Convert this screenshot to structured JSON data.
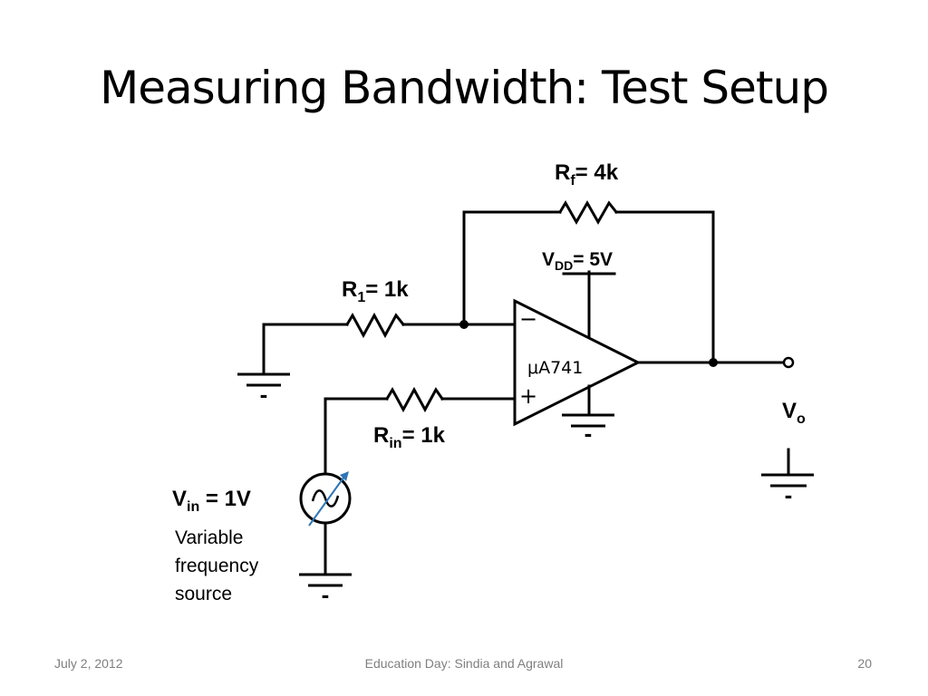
{
  "slide": {
    "title": "Measuring Bandwidth: Test Setup",
    "footer": {
      "date": "July 2, 2012",
      "center": "Education Day: Sindia and Agrawal",
      "page": "20"
    }
  },
  "diagram": {
    "rf": {
      "symbol": "R",
      "subscript": "f",
      "value": "= 4k"
    },
    "vdd": {
      "symbol": "V",
      "subscript": "DD",
      "value": "= 5V"
    },
    "r1": {
      "symbol": "R",
      "subscript": "1",
      "value": "= 1k"
    },
    "rin": {
      "symbol": "R",
      "subscript": "in",
      "value": "= 1k"
    },
    "vin": {
      "symbol": "V",
      "subscript": "in",
      "value": " = 1V"
    },
    "vo": {
      "symbol": "V",
      "subscript": "o"
    },
    "opamp": {
      "name": "μA741",
      "minus": "−",
      "plus": "+"
    },
    "source_description": [
      "Variable",
      "frequency",
      "source"
    ],
    "ground_sign": "-"
  }
}
